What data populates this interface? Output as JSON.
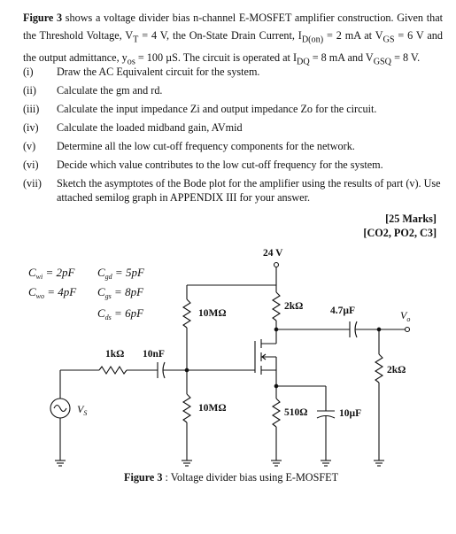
{
  "intro": {
    "figure_ref": "Figure 3",
    "sentence_1": " shows a voltage divider bias n-channel E-MOSFET amplifier construction. Given that the Threshold Voltage, V",
    "vt_sub": "T",
    "vt_value": " = 4 V, the On-State Drain Current, I",
    "id_sub": "D(on)",
    "id_value": " = 2 mA at V",
    "vgs_sub": "GS",
    "vgs_value": " = 6 V and the output admittance, y",
    "yos_sub": "os",
    "yos_value": " = 100 µS. The circuit is operated at I",
    "idq_sub": "DQ",
    "idq_value": " = 8 mA and V",
    "vgsq_sub": "GSQ",
    "vgsq_value": " = 8 V."
  },
  "questions": [
    {
      "num": "(i)",
      "text": "Draw the AC Equivalent circuit for the system."
    },
    {
      "num": "(ii)",
      "text": "Calculate the gm and rd."
    },
    {
      "num": "(iii)",
      "text": "Calculate the input impedance Zi and output impedance Zo for the circuit."
    },
    {
      "num": "(iv)",
      "text": "Calculate the loaded midband gain, AVmid"
    },
    {
      "num": "(v)",
      "text": "Determine all the low cut-off frequency components for the network."
    },
    {
      "num": "(vi)",
      "text": "Decide which value contributes to the low cut-off frequency for the system."
    },
    {
      "num": "(vii)",
      "text": "Sketch the asymptotes of the Bode plot for the amplifier using the results of part (v). Use attached semilog graph in APPENDIX III for your answer."
    }
  ],
  "marks": {
    "line1": "[25 Marks]",
    "line2": "[CO2, PO2, C3]"
  },
  "capacitances": {
    "cwi": "C",
    "cwi_sub": "wi",
    "cwi_val": " = 2pF",
    "cwo": "C",
    "cwo_sub": "wo",
    "cwo_val": " = 4pF",
    "cgd": "C",
    "cgd_sub": "gd",
    "cgd_val": " = 5pF",
    "cgs": "C",
    "cgs_sub": "gs",
    "cgs_val": " = 8pF",
    "cds": "C",
    "cds_sub": "ds",
    "cds_val": " = 6pF"
  },
  "circuit": {
    "vdd": "24 V",
    "r1": "10MΩ",
    "r2": "10MΩ",
    "rd": "2kΩ",
    "rs": "510Ω",
    "rsig": "1kΩ",
    "c_in": "10nF",
    "c_out": "4.7µF",
    "c_s": "10µF",
    "rl": "2kΩ",
    "vs": "V",
    "vs_sub": "S",
    "vo": "V",
    "vo_sub": "o"
  },
  "caption": {
    "label": "Figure 3",
    "text": " : Voltage divider bias using E-MOSFET"
  }
}
